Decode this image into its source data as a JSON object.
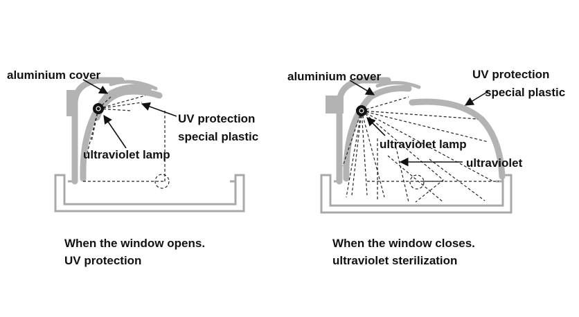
{
  "left_panel": {
    "label_cover": "aluminium cover",
    "label_plastic_line1": "UV protection",
    "label_plastic_line2": "special plastic",
    "label_lamp": "ultraviolet lamp",
    "caption_line1": "When the window opens.",
    "caption_line2": "UV protection"
  },
  "right_panel": {
    "label_cover": "aluminium cover",
    "label_plastic_line1": "UV protection",
    "label_plastic_line2": "special plastic",
    "label_lamp": "ultraviolet lamp",
    "label_uv": "ultraviolet",
    "caption_line1": "When the window closes.",
    "caption_line2": "ultraviolet sterilization"
  },
  "colors": {
    "structure": "#b3b3b3",
    "ink": "#111111",
    "lamp": "#111111"
  }
}
